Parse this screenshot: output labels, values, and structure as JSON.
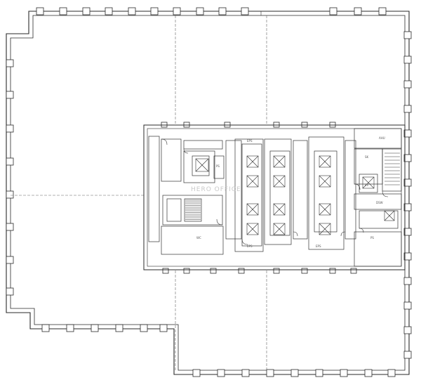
{
  "watermark": "HERO OFFICE",
  "labels": {
    "eps": "EPS",
    "ps": "PS",
    "ev": "EV",
    "wc": "WC",
    "dsw": "DSW",
    "sk": "SK",
    "ahu": "AHU"
  },
  "colors": {
    "line": "#2a2a2a",
    "thin": "#555555",
    "grid": "#666666",
    "paper": "#ffffff"
  }
}
